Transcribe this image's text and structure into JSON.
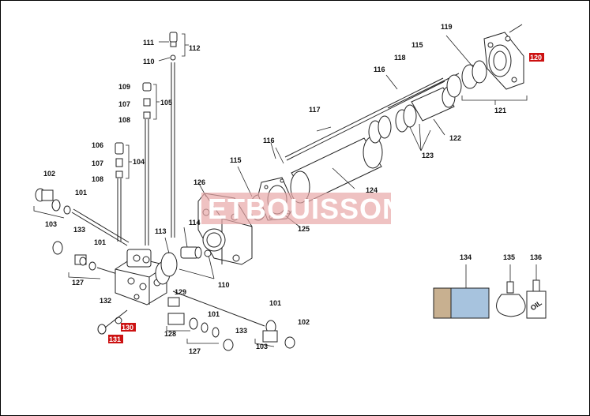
{
  "watermark": {
    "text": "ETBOUISSON",
    "bg_color": "#e8a8a8"
  },
  "colors": {
    "highlight": "#cc1111",
    "cartridge_blue": "#a7c3de",
    "cartridge_hatch": "#9a7a5a"
  },
  "labels": [
    {
      "id": "l111",
      "text": "111"
    },
    {
      "id": "l112",
      "text": "112"
    },
    {
      "id": "l110a",
      "text": "110"
    },
    {
      "id": "l109",
      "text": "109"
    },
    {
      "id": "l107a",
      "text": "107"
    },
    {
      "id": "l105",
      "text": "105"
    },
    {
      "id": "l108a",
      "text": "108"
    },
    {
      "id": "l106",
      "text": "106"
    },
    {
      "id": "l107b",
      "text": "107"
    },
    {
      "id": "l104",
      "text": "104"
    },
    {
      "id": "l108b",
      "text": "108"
    },
    {
      "id": "l102a",
      "text": "102"
    },
    {
      "id": "l101a",
      "text": "101"
    },
    {
      "id": "l103a",
      "text": "103"
    },
    {
      "id": "l133a",
      "text": "133"
    },
    {
      "id": "l101b",
      "text": "101"
    },
    {
      "id": "l127a",
      "text": "127"
    },
    {
      "id": "l132",
      "text": "132"
    },
    {
      "id": "l129",
      "text": "129"
    },
    {
      "id": "l128",
      "text": "128"
    },
    {
      "id": "l101c",
      "text": "101"
    },
    {
      "id": "l127b",
      "text": "127"
    },
    {
      "id": "l133b",
      "text": "133"
    },
    {
      "id": "l101d",
      "text": "101"
    },
    {
      "id": "l103b",
      "text": "103"
    },
    {
      "id": "l102b",
      "text": "102"
    },
    {
      "id": "l113",
      "text": "113"
    },
    {
      "id": "l114",
      "text": "114"
    },
    {
      "id": "l110b",
      "text": "110"
    },
    {
      "id": "l126",
      "text": "126"
    },
    {
      "id": "l115a",
      "text": "115"
    },
    {
      "id": "l116a",
      "text": "116"
    },
    {
      "id": "l125",
      "text": "125"
    },
    {
      "id": "l117",
      "text": "117"
    },
    {
      "id": "l124",
      "text": "124"
    },
    {
      "id": "l116b",
      "text": "116"
    },
    {
      "id": "l118",
      "text": "118"
    },
    {
      "id": "l115b",
      "text": "115"
    },
    {
      "id": "l119",
      "text": "119"
    },
    {
      "id": "l121",
      "text": "121"
    },
    {
      "id": "l122",
      "text": "122"
    },
    {
      "id": "l123",
      "text": "123"
    },
    {
      "id": "l134",
      "text": "134"
    },
    {
      "id": "l135",
      "text": "135"
    },
    {
      "id": "l136",
      "text": "136"
    }
  ],
  "highlighted_labels": [
    {
      "id": "h120",
      "text": "120"
    },
    {
      "id": "h130",
      "text": "130"
    },
    {
      "id": "h131",
      "text": "131"
    }
  ]
}
